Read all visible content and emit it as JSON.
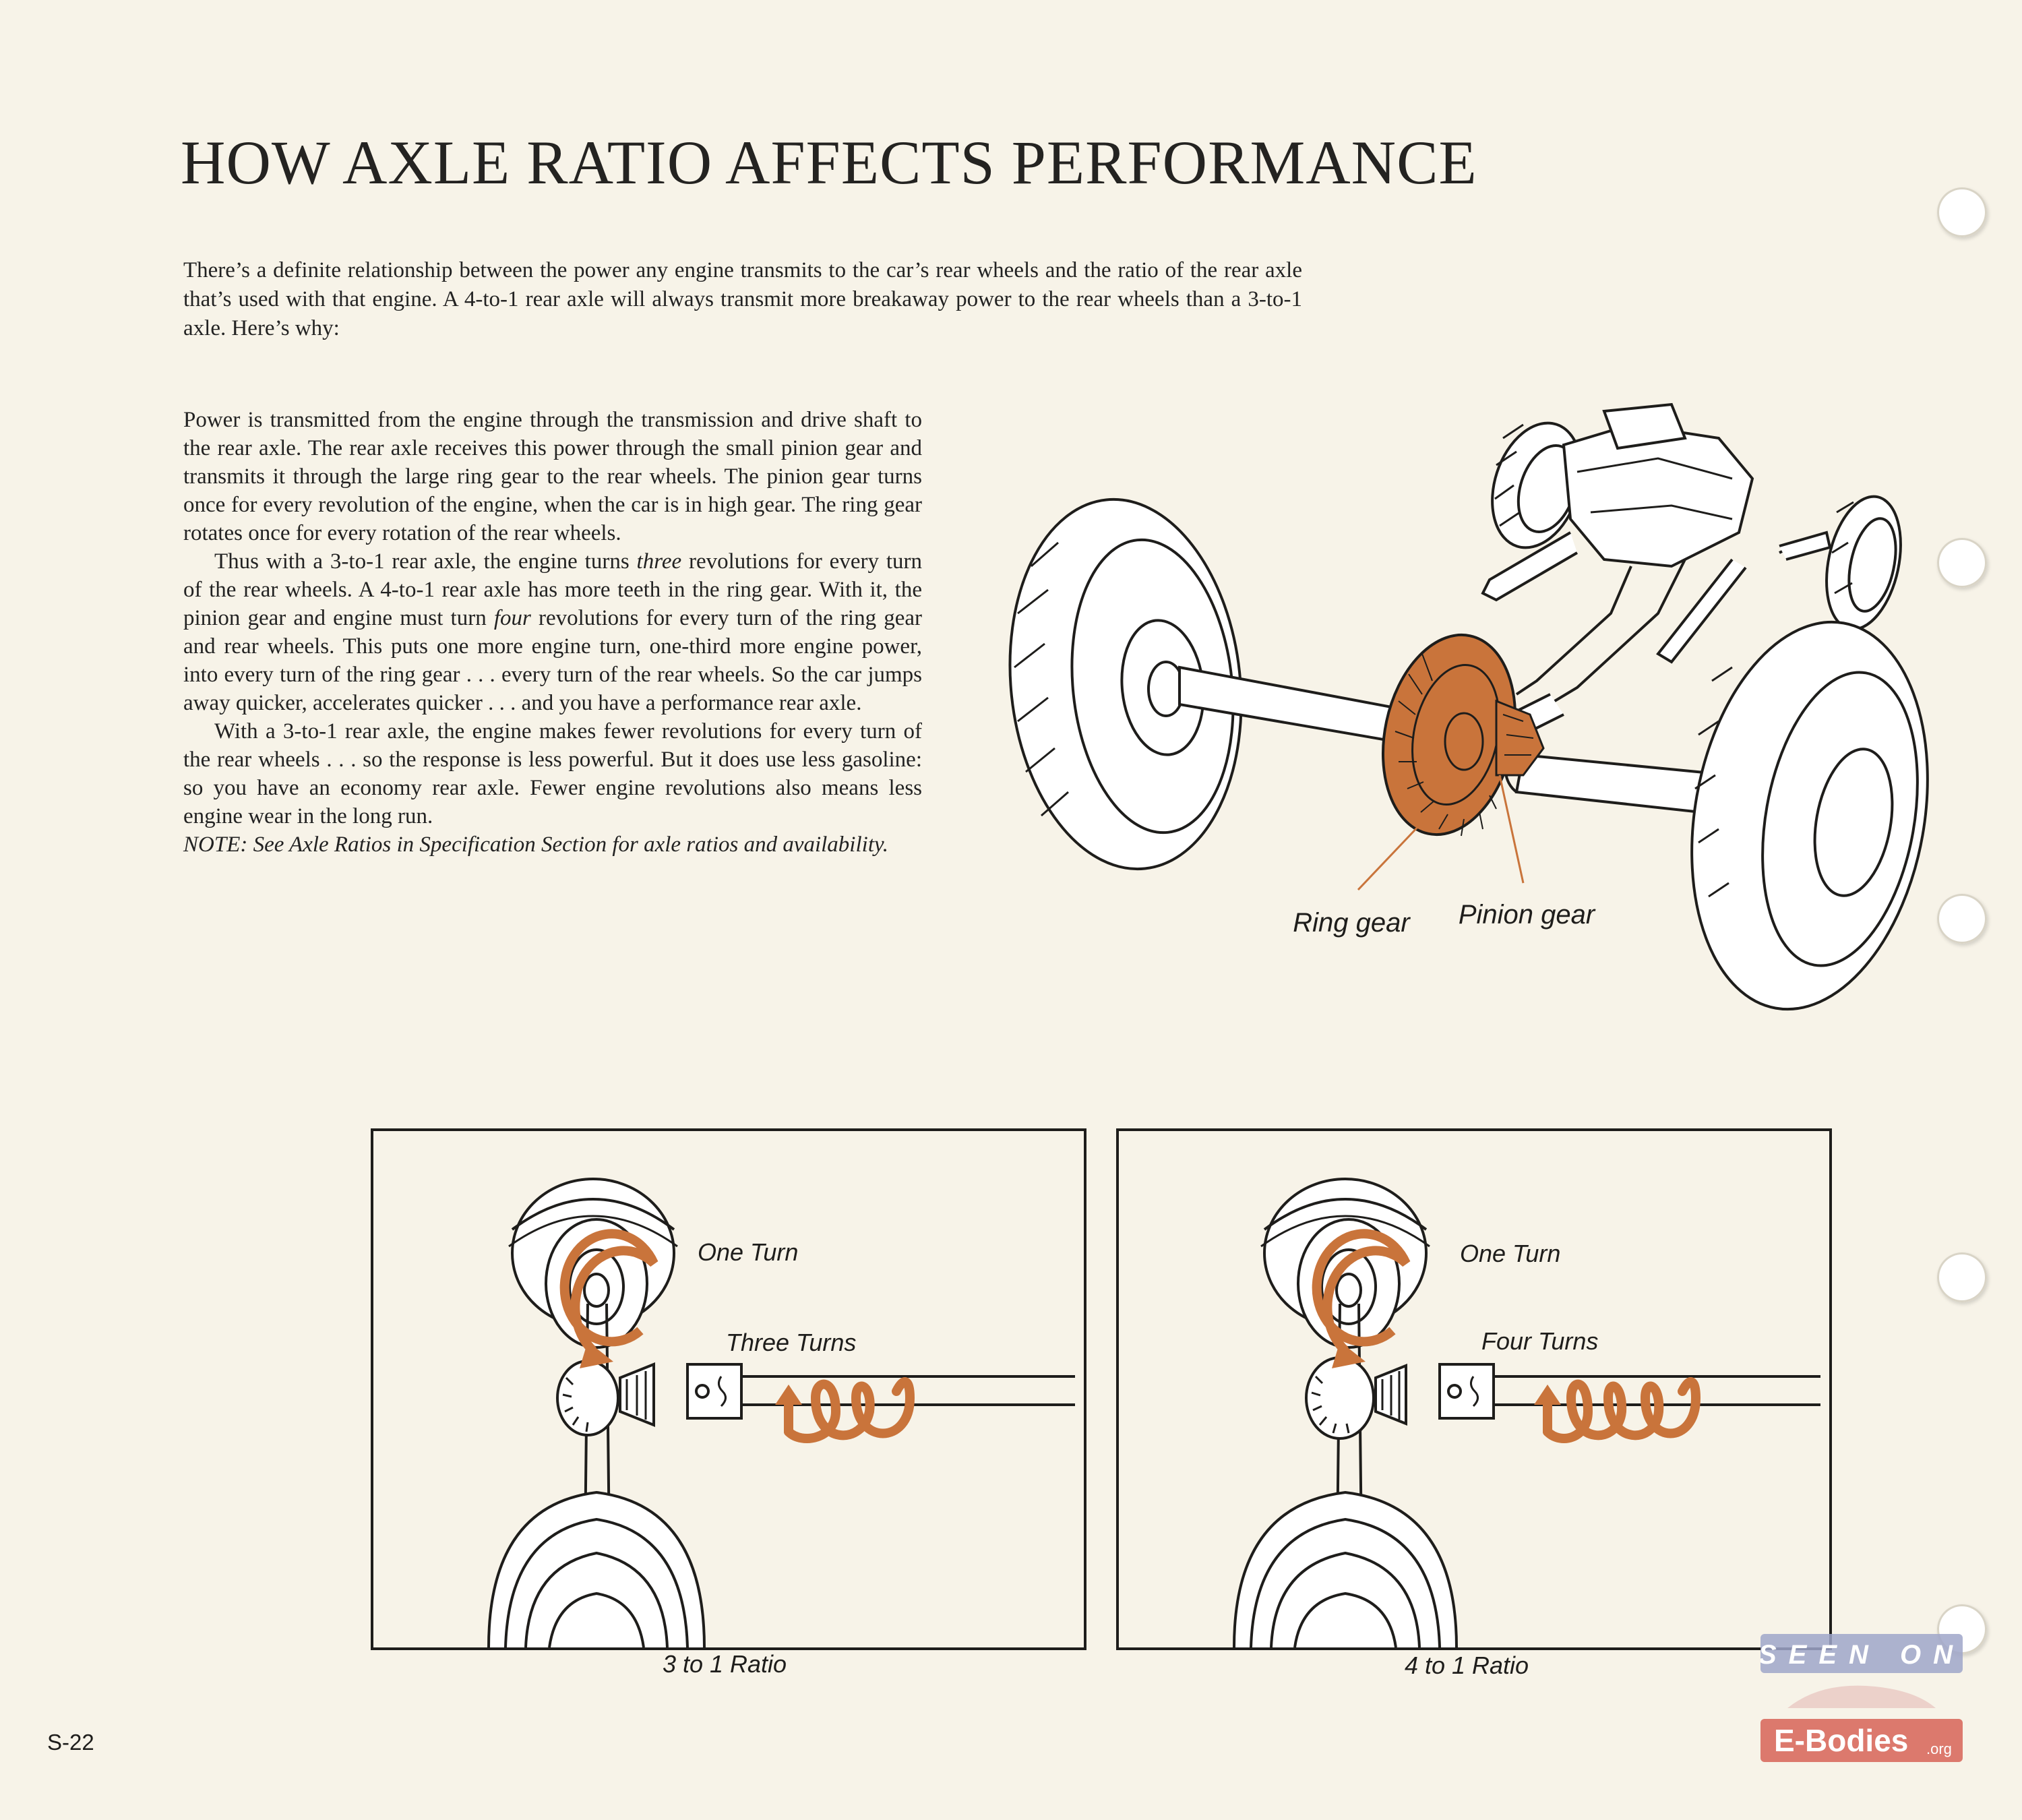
{
  "title": "HOW AXLE RATIO AFFECTS PERFORMANCE",
  "intro": "There’s a definite relationship between the power any engine transmits to the car’s rear wheels and the ratio of the rear axle that’s used with that engine. A 4-to-1 rear axle will always transmit more breakaway power to the rear wheels than a 3-to-1 axle. Here’s why:",
  "body": {
    "p1": "Power is transmitted from the engine through the transmission and drive shaft to the rear axle. The rear axle receives this power through the small pinion gear and transmits it through the large ring gear to the rear wheels. The pinion gear turns once for every revolution of the engine, when the car is in high gear. The ring gear rotates once for every rotation of the rear wheels.",
    "p2_a": "Thus with a 3-to-1 rear axle, the engine turns ",
    "p2_em1": "three",
    "p2_b": " revolutions for every turn of the rear wheels. A 4-to-1 rear axle has more teeth in the ring gear. With it, the pinion gear and engine must turn ",
    "p2_em2": "four",
    "p2_c": " revolutions for every turn of the ring gear and rear wheels. This puts one more engine turn, one-third more engine power, into every turn of the ring gear . . . every turn of the rear wheels. So the car jumps away quicker, accelerates quicker . . . and you have a performance rear axle.",
    "p3": "With a 3-to-1 rear axle, the engine makes fewer revolutions for every turn of the rear wheels . . . so the response is less powerful. But it does use less gasoline: so you have an economy rear axle. Fewer engine revolutions also means less engine wear in the long run.",
    "note": "NOTE: See Axle Ratios in Specification Section for axle ratios and availability."
  },
  "axle_illustration": {
    "ring_gear_label": "Ring gear",
    "pinion_gear_label": "Pinion gear"
  },
  "ratio_diagrams": [
    {
      "wheel_label": "One Turn",
      "engine_label": "Three Turns",
      "caption": "3 to 1 Ratio",
      "engine_turns": 3
    },
    {
      "wheel_label": "One Turn",
      "engine_label": "Four Turns",
      "caption": "4 to 1 Ratio",
      "engine_turns": 4
    }
  ],
  "page_number": "S-22",
  "watermark": {
    "line1": "SEEN ON",
    "line2": "E-Bodies",
    "suffix": ".org"
  },
  "colors": {
    "paper": "#f7f3e8",
    "accent": "#c9743b",
    "ink": "#1e1d1b"
  }
}
